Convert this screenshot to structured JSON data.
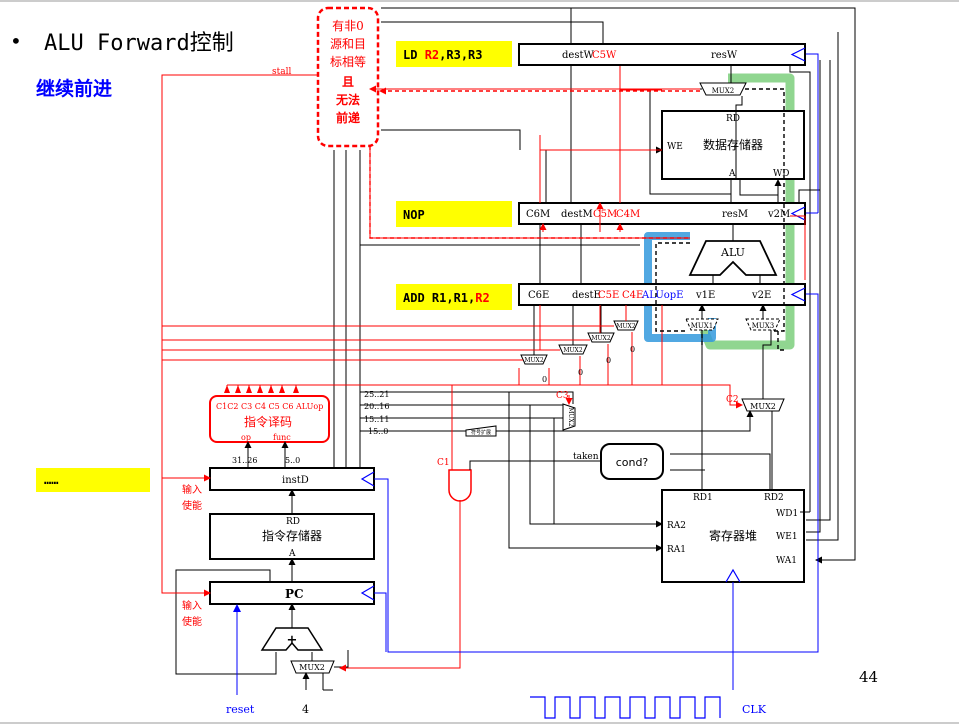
{
  "slide": {
    "bullet": "•",
    "title": "ALU Forward控制",
    "subtitle": "继续前进",
    "page_number": "44",
    "colors": {
      "red": "#ff0000",
      "blue": "#0000ff",
      "yellow": "#ffff00",
      "green": "#66cc66",
      "cyan": "#3399dd"
    }
  },
  "stage_labels": {
    "wb": {
      "op": "LD ",
      "r1": "R2",
      "rest": ",R3,R3"
    },
    "mem": {
      "op": "NOP"
    },
    "ex": {
      "op": "ADD R1,R1,",
      "r2": "R2"
    },
    "if": {
      "op": "……"
    }
  },
  "hazard_box": {
    "line1": "有非0",
    "line2": "源和目",
    "line3": "标相等",
    "line4": "且",
    "line5": "无法",
    "line6": "前递"
  },
  "registers": {
    "wb": {
      "destW": "destW",
      "c5w": "C5W",
      "resW": "resW"
    },
    "mem": {
      "c6m": "C6M",
      "destM": "destM",
      "c5m": "C5M",
      "c4m": "C4M",
      "resM": "resM",
      "v2M": "v2M"
    },
    "ex": {
      "c6e": "C6E",
      "destE": "destE",
      "c5e": "C5E",
      "c4e": "C4E",
      "aluop": "ALUopE",
      "v1e": "v1E",
      "v2e": "v2E"
    },
    "id": {
      "instD": "instD"
    },
    "pc": {
      "label": "PC"
    }
  },
  "blocks": {
    "data_memory": {
      "label": "数据存储器",
      "we": "WE",
      "rd": "RD",
      "a": "A",
      "wd": "WD"
    },
    "alu": {
      "label": "ALU"
    },
    "decoder": {
      "signals": "C1C2 C3 C4 C5 C6 ALUop",
      "label": "指令译码",
      "op": "op",
      "func": "func"
    },
    "instr_memory": {
      "label": "指令存储器",
      "rd": "RD",
      "a": "A"
    },
    "register_file": {
      "label": "寄存器堆",
      "rd1": "RD1",
      "rd2": "RD2",
      "ra2": "RA2",
      "ra1": "RA1",
      "wd1": "WD1",
      "we1": "WE1",
      "wa1": "WA1"
    },
    "cond": {
      "label": "cond?"
    },
    "adder": {
      "label": "+"
    }
  },
  "muxes": {
    "mux2": "MUX2",
    "mux1": "MUX1",
    "mux3": "MUX3",
    "sign_ext": "符号扩展"
  },
  "wire_labels": {
    "stall": "stall",
    "b25_21": "25..21",
    "b20_16": "20..16",
    "b15_11": "15..11",
    "b15_0": "15..0",
    "b31_26": "31..26",
    "b5_0": "5..0",
    "taken": "taken",
    "c1": "C1",
    "c2": "C2",
    "c3": "C3",
    "zero": "0",
    "input_enable": "输入",
    "enable": "使能",
    "reset": "reset",
    "four": "4",
    "clk": "CLK"
  }
}
